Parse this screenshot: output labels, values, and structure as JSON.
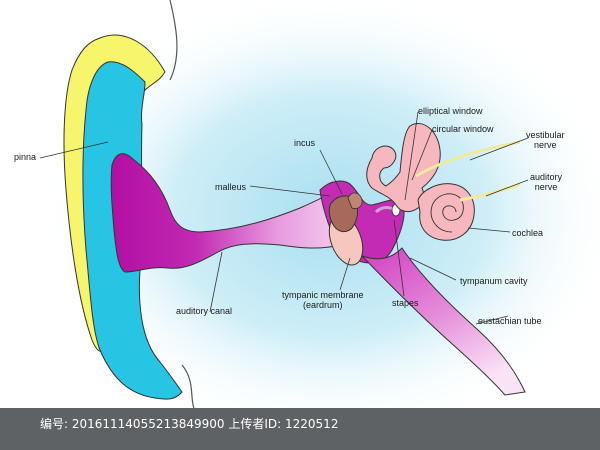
{
  "labels": {
    "pinna": "pinna",
    "incus": "incus",
    "malleus": "malleus",
    "elliptical_window": "elliptical window",
    "circular_window": "circular window",
    "vestibular_nerve": "vestibular\nnerve",
    "auditory_nerve": "auditory\nnerve",
    "cochlea": "cochlea",
    "tympanum_cavity": "tympanum cavity",
    "tympanic_membrane": "tympanic membrane\n(eardrum)",
    "stapes": "stapes",
    "eustachian_tube": "eustachian tube",
    "auditory_canal": "auditory canal"
  },
  "footer": "编号: 20161114055213849900  上传者ID: 1220512",
  "colors": {
    "pinna_outer": "#f6f56b",
    "pinna_inner": "#27c4e4",
    "canal": "#b718a9",
    "inner_ear": "#f7b7be",
    "halo": "#c4e9f4"
  }
}
